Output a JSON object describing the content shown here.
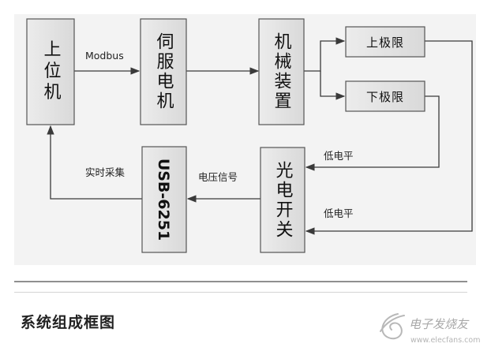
{
  "diagram": {
    "nodes": {
      "host": "上位机",
      "servo": "伺服电机",
      "mech": "机械装置",
      "upper_limit": "上极限",
      "lower_limit": "下极限",
      "photo": "光电开关",
      "usb": "USB-6251"
    },
    "edges": {
      "modbus": "Modbus",
      "low_level_1": "低电平",
      "low_level_2": "低电平",
      "voltage_signal": "电压信号",
      "realtime": "实时采集"
    }
  },
  "caption": "系统组成框图",
  "watermark": "电子发烧友",
  "watermark_url": "www.elecfans.com"
}
